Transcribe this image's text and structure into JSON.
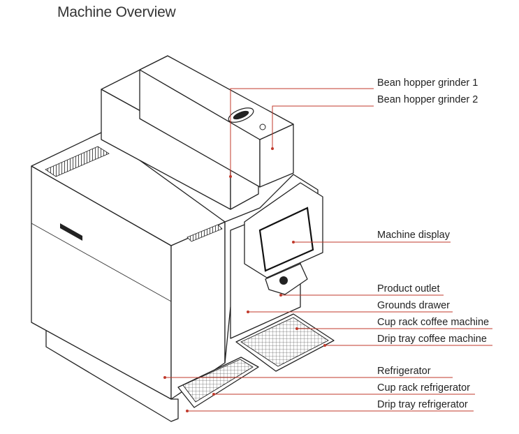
{
  "page": {
    "title": "Machine Overview"
  },
  "colors": {
    "leader_line": "#c0392b",
    "outline": "#222222",
    "label_text": "#222222"
  },
  "callouts": [
    {
      "id": "bean-hopper-grinder-1",
      "label": "Bean hopper grinder 1"
    },
    {
      "id": "bean-hopper-grinder-2",
      "label": "Bean hopper grinder 2"
    },
    {
      "id": "machine-display",
      "label": "Machine display"
    },
    {
      "id": "product-outlet",
      "label": "Product outlet"
    },
    {
      "id": "grounds-drawer",
      "label": "Grounds drawer"
    },
    {
      "id": "cup-rack-coffee-machine",
      "label": "Cup rack coffee machine"
    },
    {
      "id": "drip-tray-coffee-machine",
      "label": "Drip tray coffee machine"
    },
    {
      "id": "refrigerator",
      "label": "Refrigerator"
    },
    {
      "id": "cup-rack-refrigerator",
      "label": "Cup rack refrigerator"
    },
    {
      "id": "drip-tray-refrigerator",
      "label": "Drip tray refrigerator"
    }
  ]
}
